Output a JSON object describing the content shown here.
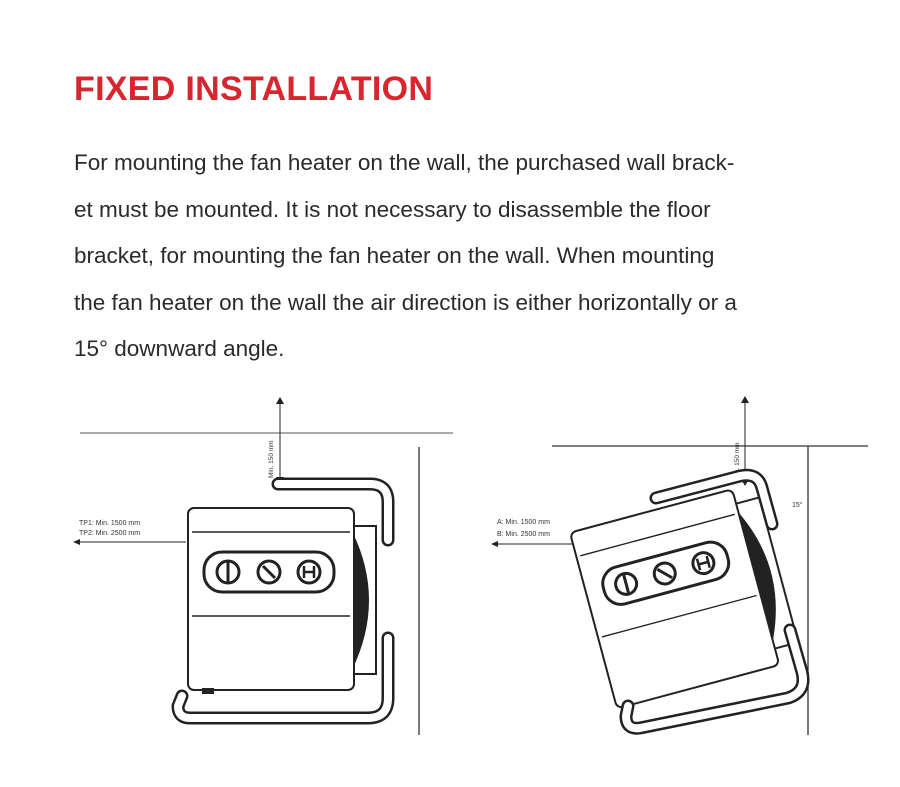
{
  "heading": "FIXED INSTALLATION",
  "paragraph_lines": [
    "For mounting the fan heater on the wall, the purchased wall brack-",
    "et must be mounted. It is not necessary to disassemble the floor",
    "bracket, for mounting the fan heater on the wall. When mounting",
    "the fan heater on the wall the air direction is either horizontally or a",
    "15° downward angle."
  ],
  "figure_left": {
    "ceiling_label": "Min. 150 mm",
    "distance_label_1": "TP1: Min. 1500 mm",
    "distance_label_2": "TP2: Min. 2500 mm"
  },
  "figure_right": {
    "ceiling_label": "Min. 150 mm",
    "distance_label_1": "A: Min. 1500 mm",
    "distance_label_2": "B: Min. 2500 mm",
    "angle_label": "15°"
  },
  "colors": {
    "heading": "#d7262e",
    "text": "#2a2a2a",
    "line_art": "#222222"
  }
}
